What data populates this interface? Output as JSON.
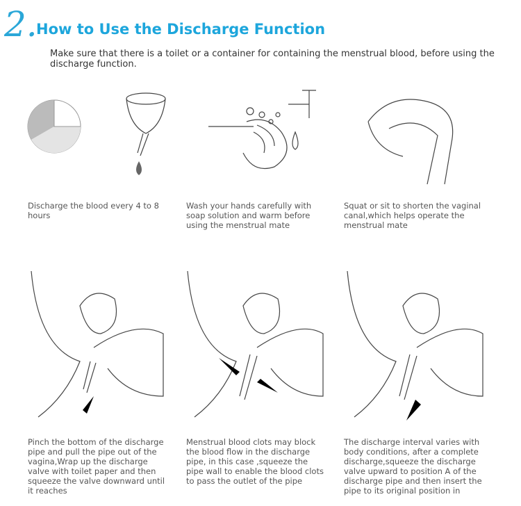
{
  "section": {
    "number": "2.",
    "title": "How to Use the Discharge Function"
  },
  "intro": "Make sure that there is a toilet or a container for containing the menstrual blood, before using the discharge function.",
  "steps": [
    {
      "caption": "Discharge the blood every 4 to 8 hours"
    },
    {
      "caption": "Wash your hands carefully with soap solution and warm before using the menstrual mate"
    },
    {
      "caption": "Squat or sit to shorten the vaginal canal,which helps operate the menstrual mate"
    },
    {
      "caption": "Pinch the bottom of the discharge pipe and pull the pipe out of the vagina,Wrap up the discharge valve with toilet paper and then squeeze the valve downward until it reaches"
    },
    {
      "caption": "Menstrual blood clots may block the blood flow in the discharge pipe, in this case ,squeeze the pipe wall to enable the blood clots to pass the outlet of the pipe"
    },
    {
      "caption": "The discharge interval varies with body conditions, after a complete discharge,squeeze the discharge valve upward to position A of the discharge pipe and then insert the pipe to its original position in"
    }
  ],
  "colors": {
    "accent": "#1da6dc",
    "text": "#555555"
  }
}
